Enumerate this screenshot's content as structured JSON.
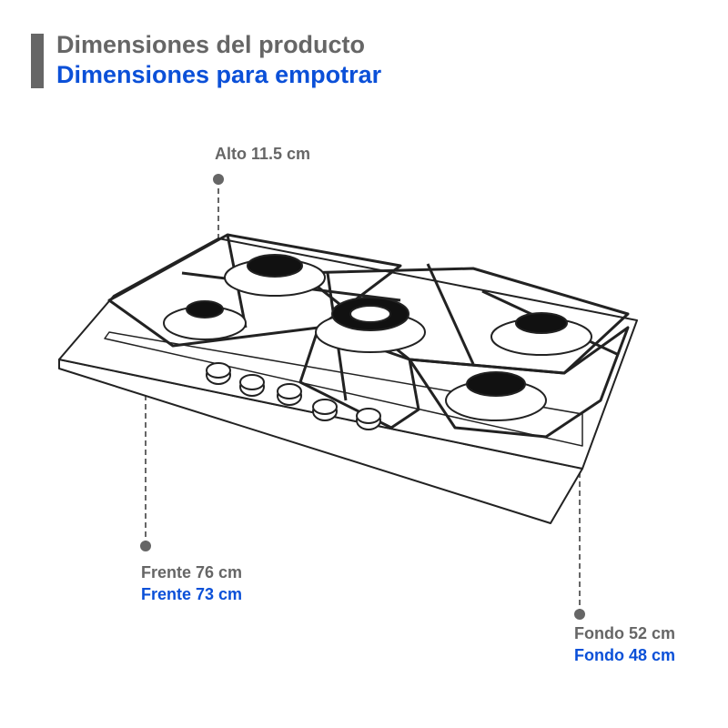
{
  "header": {
    "title_product": "Dimensiones del producto",
    "title_builtin": "Dimensiones para empotrar"
  },
  "dimensions": {
    "height": "Alto 11.5 cm",
    "width_product": "Frente 76 cm",
    "width_builtin": "Frente 73 cm",
    "depth_product": "Fondo 52 cm",
    "depth_builtin": "Fondo 48 cm"
  },
  "colors": {
    "product": "#666666",
    "builtin": "#0b50d8"
  }
}
